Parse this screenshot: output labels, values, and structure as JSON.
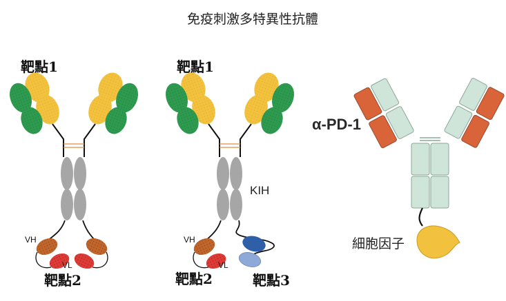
{
  "title": "免疫刺激多特異性抗體",
  "panel1": {
    "target1": "靶點1",
    "target2": "靶點2",
    "vh": "VH",
    "vl": "VL"
  },
  "panel2": {
    "target1": "靶點1",
    "target2": "靶點2",
    "target3": "靶點3",
    "kih": "KIH",
    "vh": "VH",
    "vl": "VL"
  },
  "panel3": {
    "antibody_label": "α-PD-1",
    "cytokine_label": "細胞因子"
  },
  "colors": {
    "yellow": "#f2c23e",
    "green": "#2e9a4f",
    "gray": "#a6a6a6",
    "orange_vh": "#c0652b",
    "red_vl": "#dc3b36",
    "blue_dark": "#2f5fa8",
    "blue_light": "#8ea9d8",
    "mint": "#cfe5da",
    "orange_fab": "#d9643a"
  }
}
